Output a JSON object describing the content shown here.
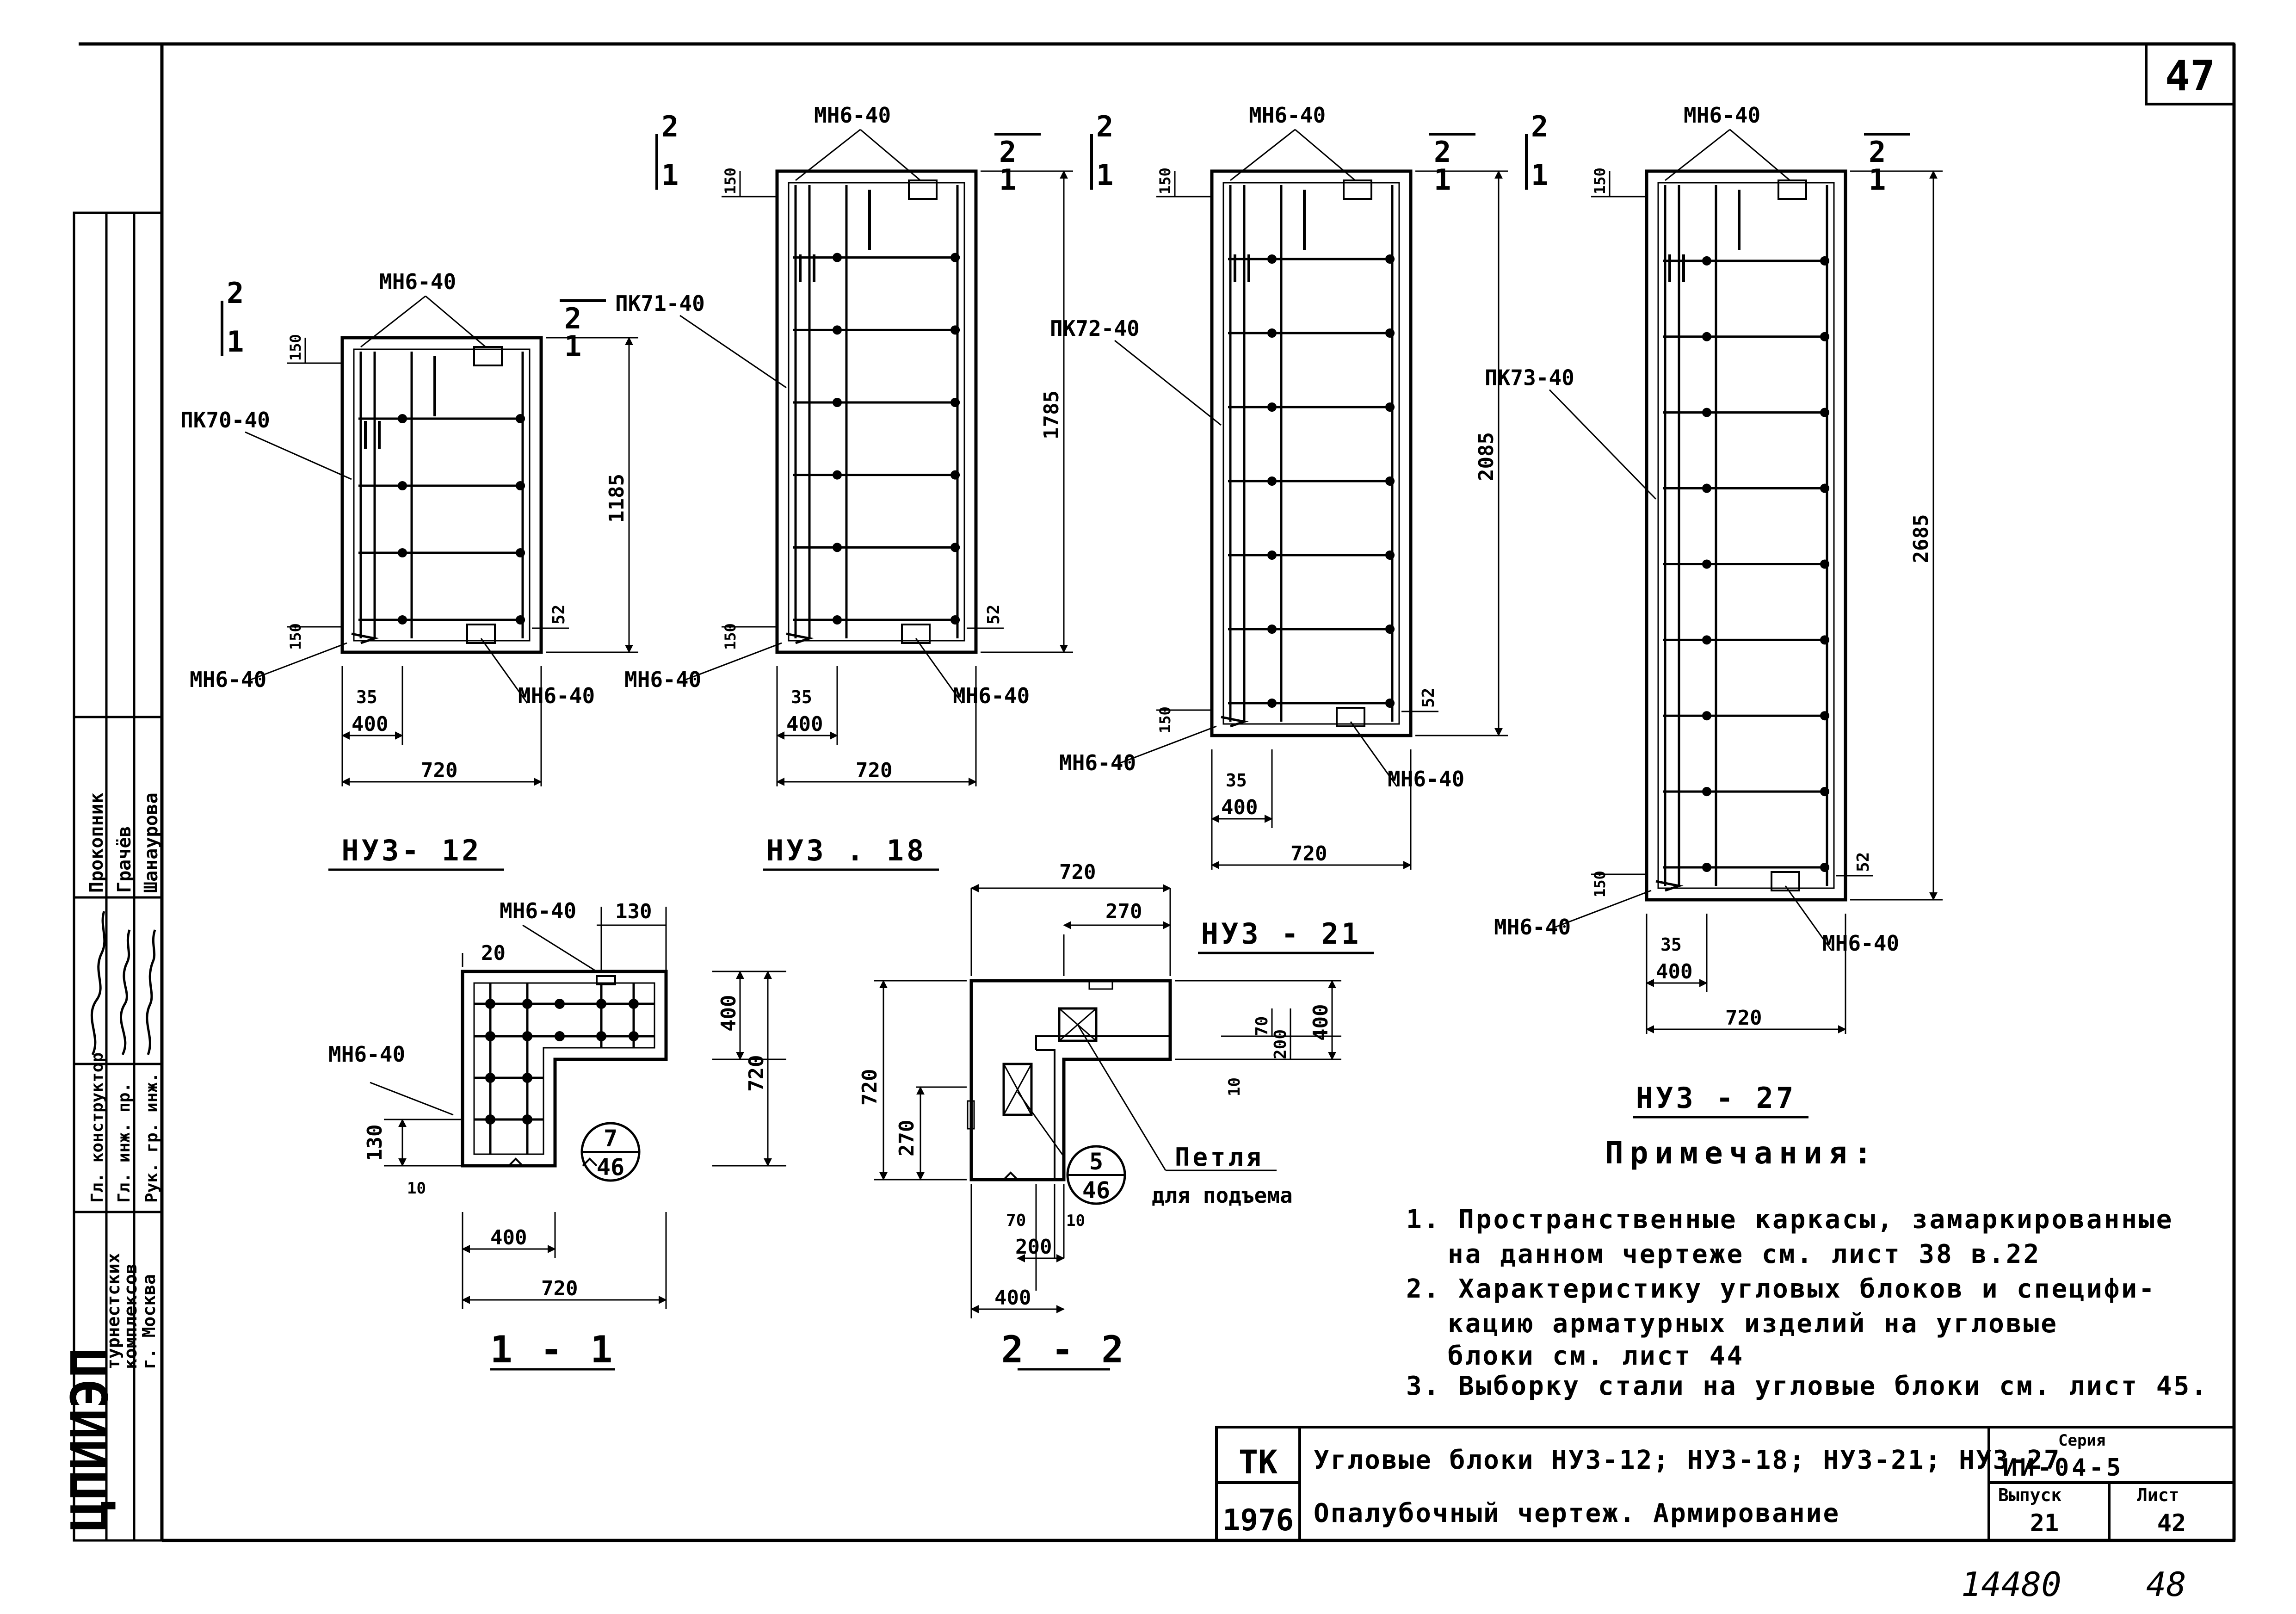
{
  "sheet": {
    "corner_number": "47",
    "handwritten_left": "14480",
    "handwritten_right": "48"
  },
  "left_strip": {
    "organization": [
      "ЦПИИЭП",
      "турнестских",
      "комплексов",
      "г. Москва"
    ],
    "roles": [
      "Гл. конструктор",
      "Гл. инж. пр.",
      "Рук. гр. инж."
    ],
    "names": [
      "Прокопник",
      "Грачёв",
      "Шанаурова"
    ]
  },
  "elevations": [
    {
      "id": "nuz12",
      "title": "НУЗ- 12",
      "height": "1185",
      "cage": "ПК70-40",
      "mesh": "МН6-40",
      "d150": "150",
      "d52": "52",
      "d35": "35",
      "d400": "400",
      "d720": "720",
      "sec1": "1",
      "sec2": "2"
    },
    {
      "id": "nuz18",
      "title": "НУЗ . 18",
      "height": "1785",
      "cage": "ПК71-40",
      "mesh": "МН6-40",
      "d150": "150",
      "d52": "52",
      "d35": "35",
      "d400": "400",
      "d720": "720",
      "sec1": "1",
      "sec2": "2"
    },
    {
      "id": "nuz21",
      "title": "НУЗ - 21",
      "height": "2085",
      "cage": "ПК72-40",
      "mesh": "МН6-40",
      "d150": "150",
      "d52": "52",
      "d35": "35",
      "d400": "400",
      "d720": "720",
      "sec1": "1",
      "sec2": "2"
    },
    {
      "id": "nuz27",
      "title": "НУЗ - 27",
      "height": "2685",
      "cage": "ПК73-40",
      "mesh": "МН6-40",
      "d150": "150",
      "d52": "52",
      "d35": "35",
      "d400": "400",
      "d720": "720",
      "sec1": "1",
      "sec2": "2"
    }
  ],
  "section_1_1": {
    "title": "1 - 1",
    "mesh_top": "МН6-40",
    "mesh_left": "МН6-40",
    "d20": "20",
    "d130_top": "130",
    "d400_right": "400",
    "d720_right": "720",
    "d130_left": "130",
    "d10": "10",
    "d400_bottom": "400",
    "d720_bottom": "720",
    "ref_top": "7",
    "ref_bottom": "46"
  },
  "section_2_2": {
    "title": "2 - 2",
    "d720_top": "720",
    "d270_top": "270",
    "d720_left": "720",
    "d270_left": "270",
    "d70_right": "70",
    "d200_right": "200",
    "d400_right": "400",
    "d10_right": "10",
    "d70_bottom": "70",
    "d10_bottom": "10",
    "d200_bottom": "200",
    "d400_bottom": "400",
    "ref_top": "5",
    "ref_bottom": "46",
    "loop_label_1": "Петля",
    "loop_label_2": "для подъема"
  },
  "notes": {
    "heading": "Примечания:",
    "items": [
      "1. Пространственные каркасы, замаркированные",
      "на данном чертеже см. лист 38 в.22",
      "2. Характеристику угловых блоков и специфи-",
      "кацию арматурных изделий на угловые",
      "блоки см. лист 44",
      "3. Выборку стали на угловые блоки см. лист 45."
    ]
  },
  "title_block": {
    "code_top": "ТК",
    "code_bottom": "1976",
    "line1": "Угловые блоки НУЗ-12; НУЗ-18; НУЗ-21; НУЗ-27",
    "line2": "Опалубочный чертеж. Армирование",
    "series_label": "Серия",
    "series_value": "ИИ-04-5",
    "issue_label": "Выпуск",
    "issue_value": "21",
    "sheet_label": "Лист",
    "sheet_value": "42"
  }
}
